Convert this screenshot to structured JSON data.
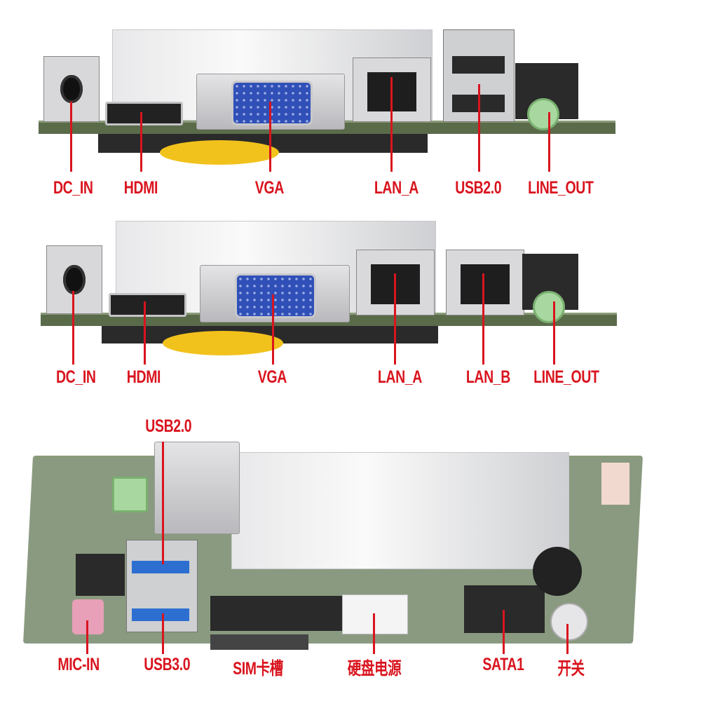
{
  "board_top": {
    "labels": [
      "DC_IN",
      "HDMI",
      "VGA",
      "LAN_A",
      "USB2.0",
      "LINE_OUT"
    ]
  },
  "board_middle": {
    "labels": [
      "DC_IN",
      "HDMI",
      "VGA",
      "LAN_A",
      "LAN_B",
      "LINE_OUT"
    ]
  },
  "board_bottom": {
    "top_label": "USB2.0",
    "labels": [
      "MIC-IN",
      "USB3.0",
      "SIM卡槽",
      "硬盘电源",
      "SATA1",
      "开关"
    ]
  },
  "colors": {
    "label": "#d9141e",
    "pcb": "#5a6b4a",
    "vga": "#3050b8"
  }
}
